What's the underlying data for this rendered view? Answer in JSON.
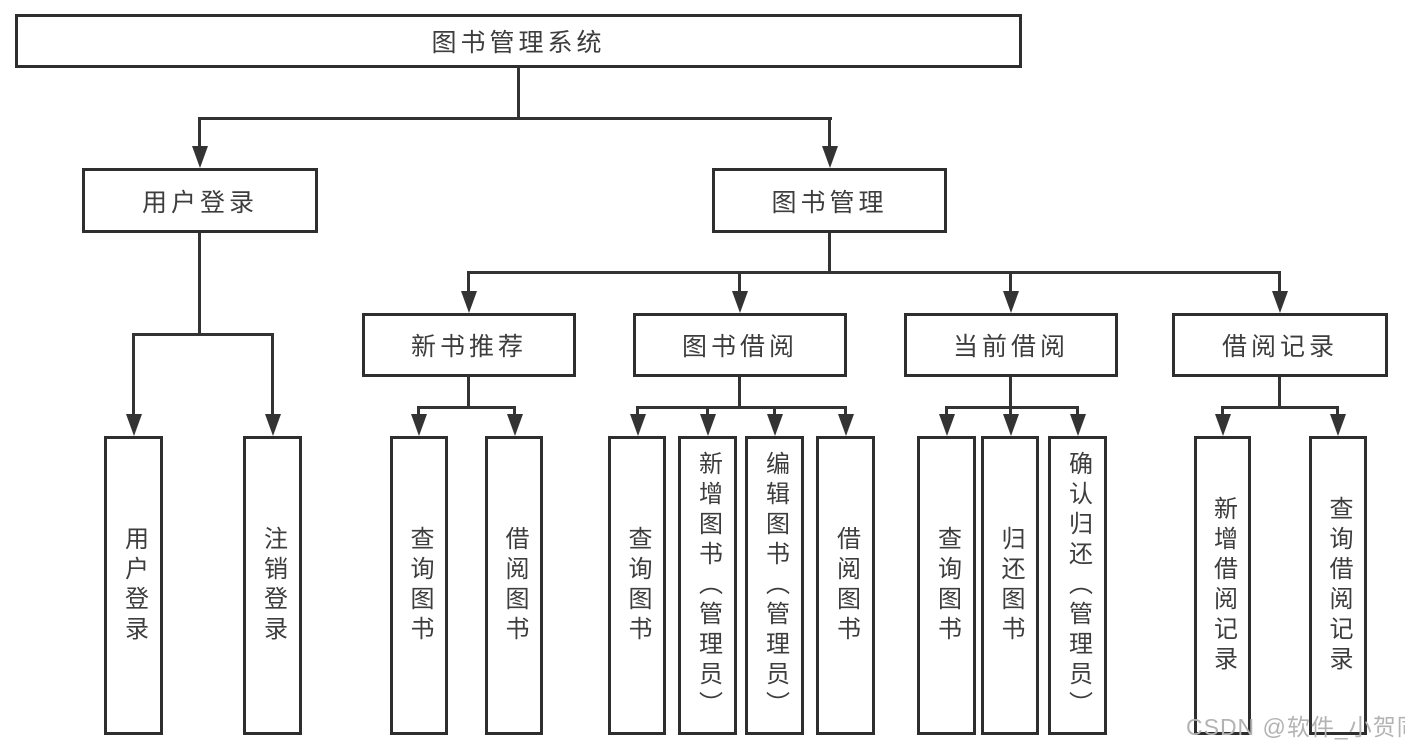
{
  "diagram": {
    "root": {
      "label": "图书管理系统"
    },
    "level2": [
      {
        "label": "用户登录"
      },
      {
        "label": "图书管理"
      }
    ],
    "level3": [
      {
        "label": "新书推荐",
        "parent": "图书管理"
      },
      {
        "label": "图书借阅",
        "parent": "图书管理"
      },
      {
        "label": "当前借阅",
        "parent": "图书管理"
      },
      {
        "label": "借阅记录",
        "parent": "图书管理"
      }
    ],
    "leaves": [
      {
        "label": "用户登录",
        "parent": "用户登录"
      },
      {
        "label": "注销登录",
        "parent": "用户登录"
      },
      {
        "label": "查询图书",
        "parent": "新书推荐"
      },
      {
        "label": "借阅图书",
        "parent": "新书推荐"
      },
      {
        "label": "查询图书",
        "parent": "图书借阅"
      },
      {
        "label": "新增图书（管理员）",
        "parent": "图书借阅"
      },
      {
        "label": "编辑图书（管理员）",
        "parent": "图书借阅"
      },
      {
        "label": "借阅图书",
        "parent": "图书借阅"
      },
      {
        "label": "查询图书",
        "parent": "当前借阅"
      },
      {
        "label": "归还图书",
        "parent": "当前借阅"
      },
      {
        "label": "确认归还（管理员）",
        "parent": "当前借阅"
      },
      {
        "label": "新增借阅记录",
        "parent": "借阅记录"
      },
      {
        "label": "查询借阅记录",
        "parent": "借阅记录"
      }
    ]
  },
  "watermark": {
    "text": "CSDN @软件_小贺同学"
  },
  "colors": {
    "line": "#333333",
    "border": "#2e2e2e",
    "text": "#3d3d3d",
    "background": "#ffffff",
    "watermark": "#b3b3b3"
  }
}
